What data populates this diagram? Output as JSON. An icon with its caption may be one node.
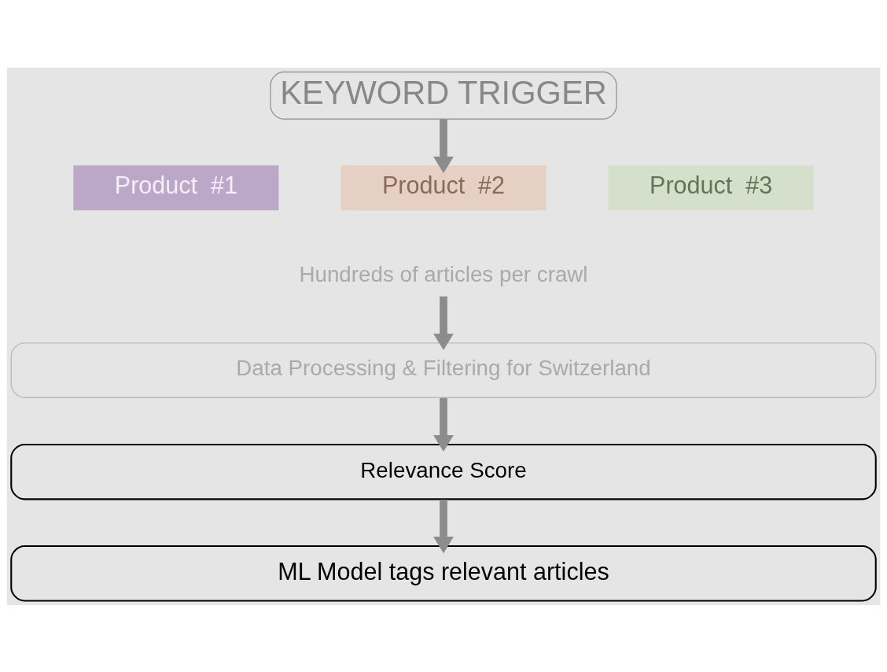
{
  "diagram": {
    "nodes": [
      {
        "text": [
          "KEYWORD TRIGGER"
        ]
      },
      {
        "text": [
          "Product  #1"
        ]
      },
      {
        "text": [
          "Product  #2"
        ]
      },
      {
        "text": [
          "Product  #3"
        ]
      },
      {
        "text": [
          "Hundreds of articles per crawl"
        ]
      },
      {
        "text": [
          "Data Processing & Filtering for Switzerland"
        ]
      },
      {
        "text": [
          "Relevance Score"
        ]
      },
      {
        "text": [
          "ML Model tags relevant articles"
        ]
      }
    ],
    "edges": [
      {
        "from": 0,
        "to": 2,
        "arrow": "to"
      },
      {
        "from": 4,
        "to": 5,
        "arrow": "to"
      },
      {
        "from": 5,
        "to": 6,
        "arrow": "to"
      },
      {
        "from": 6,
        "to": 7,
        "arrow": "to"
      }
    ]
  }
}
